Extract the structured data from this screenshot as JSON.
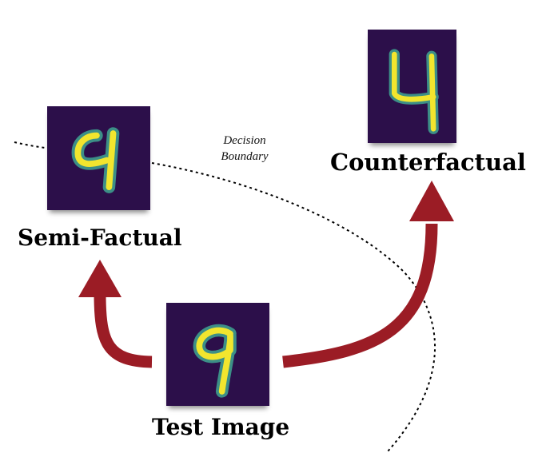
{
  "labels": {
    "semi_factual": "Semi-Factual",
    "counterfactual": "Counterfactual",
    "test_image": "Test Image",
    "boundary_line1": "Decision",
    "boundary_line2": "Boundary"
  },
  "images": {
    "semi_factual": {
      "digit": "4",
      "description": "MNIST digit 4 (closed top)"
    },
    "counterfactual": {
      "digit": "4",
      "description": "MNIST digit 4"
    },
    "test_image": {
      "digit": "9",
      "description": "MNIST digit 9"
    }
  },
  "colors": {
    "arrow": "#9b1c25",
    "tile_background": "#2c0f4a",
    "digit_stroke": "#f2e52e",
    "digit_halo": "#3c8f87",
    "boundary": "#000000"
  }
}
